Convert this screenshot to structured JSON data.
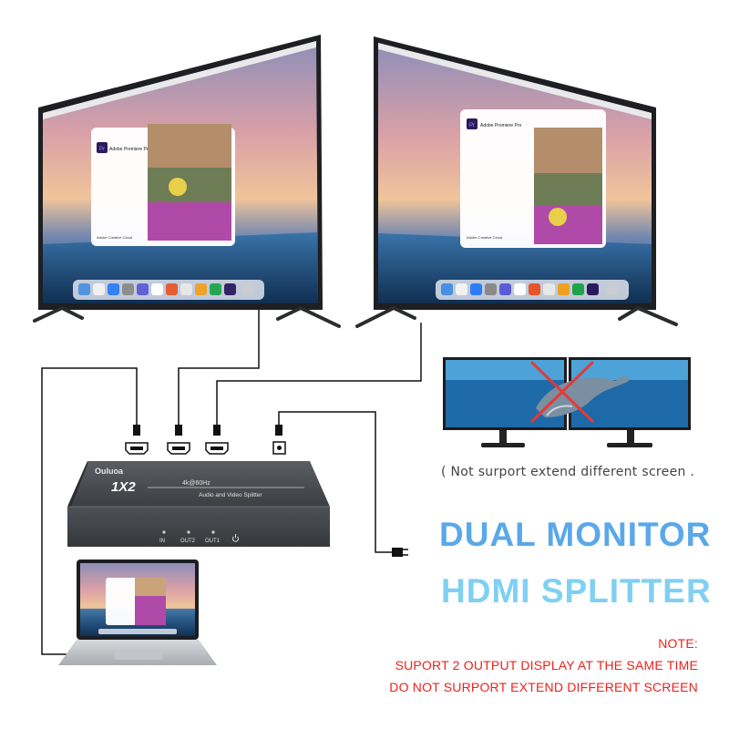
{
  "device": {
    "brand": "Ouluoa",
    "model": "1X2",
    "spec": "4k@60Hz",
    "subtitle": "Audio and Video Splitter",
    "ports": {
      "in": "IN",
      "out2": "OUT2",
      "out1": "OUT1"
    }
  },
  "screens": {
    "app_title": "Adobe Premiere Pro",
    "brand_footer": "Adobe Creative Cloud",
    "app_badge": "Pr"
  },
  "comparison": {
    "caption": "( Not surport extend different screen ."
  },
  "headline": {
    "line1": "DUAL MONITOR",
    "line2": "HDMI SPLITTER"
  },
  "note": {
    "title": "NOTE:",
    "line1": "SUPORT 2 OUTPUT DISPLAY AT THE SAME TIME",
    "line2": "DO NOT SURPORT EXTEND DIFFERENT SCREEN"
  },
  "colors": {
    "headline1": "#5aa8ea",
    "headline2": "#7fd0f2",
    "note": "#e8231e",
    "device_body": "#4a4d52",
    "device_top": "#3a3c40",
    "cross": "#e53935"
  }
}
